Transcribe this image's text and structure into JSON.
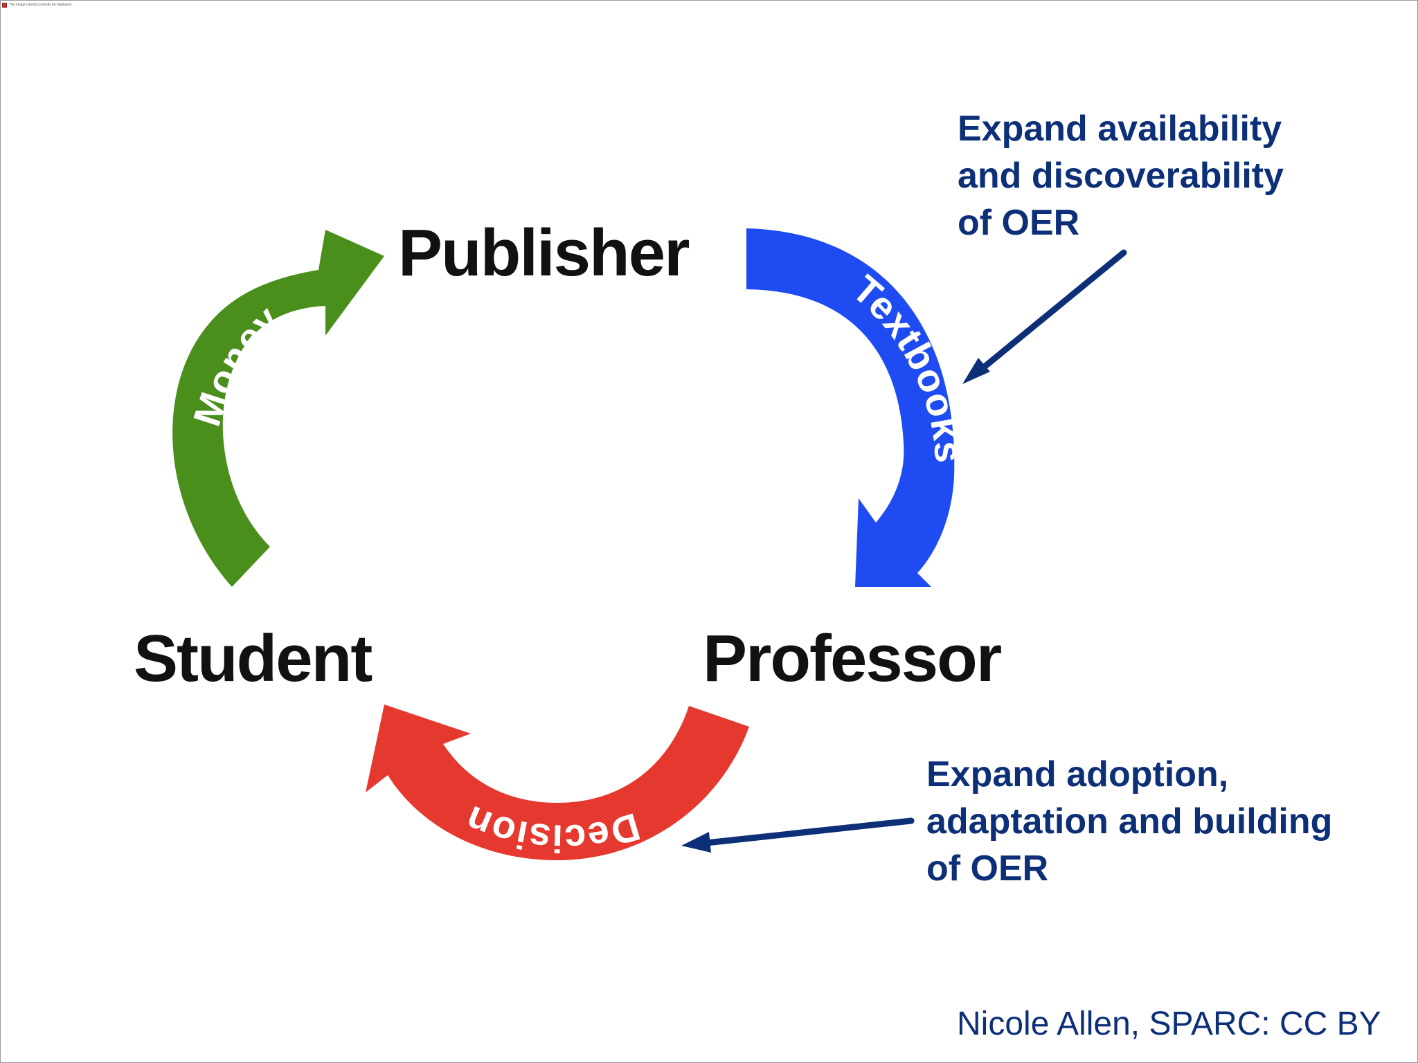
{
  "image_placeholder": {
    "alt_text": "The image cannot currently be displayed."
  },
  "nodes": {
    "publisher": "Publisher",
    "student": "Student",
    "professor": "Professor"
  },
  "flows": {
    "money": "Money",
    "textbooks": "Textbooks",
    "decision": "Decision"
  },
  "notes": {
    "top": [
      "Expand availability",
      "and discoverability",
      "of OER"
    ],
    "bottom": [
      "Expand adoption,",
      "adaptation and building",
      "of OER"
    ]
  },
  "credit": "Nicole Allen, SPARC: CC BY",
  "colors": {
    "money": "#4a8e1c",
    "textbooks": "#1f4cf2",
    "decision": "#e5392f",
    "annotation": "#0c2f78",
    "node_text": "#111111"
  }
}
